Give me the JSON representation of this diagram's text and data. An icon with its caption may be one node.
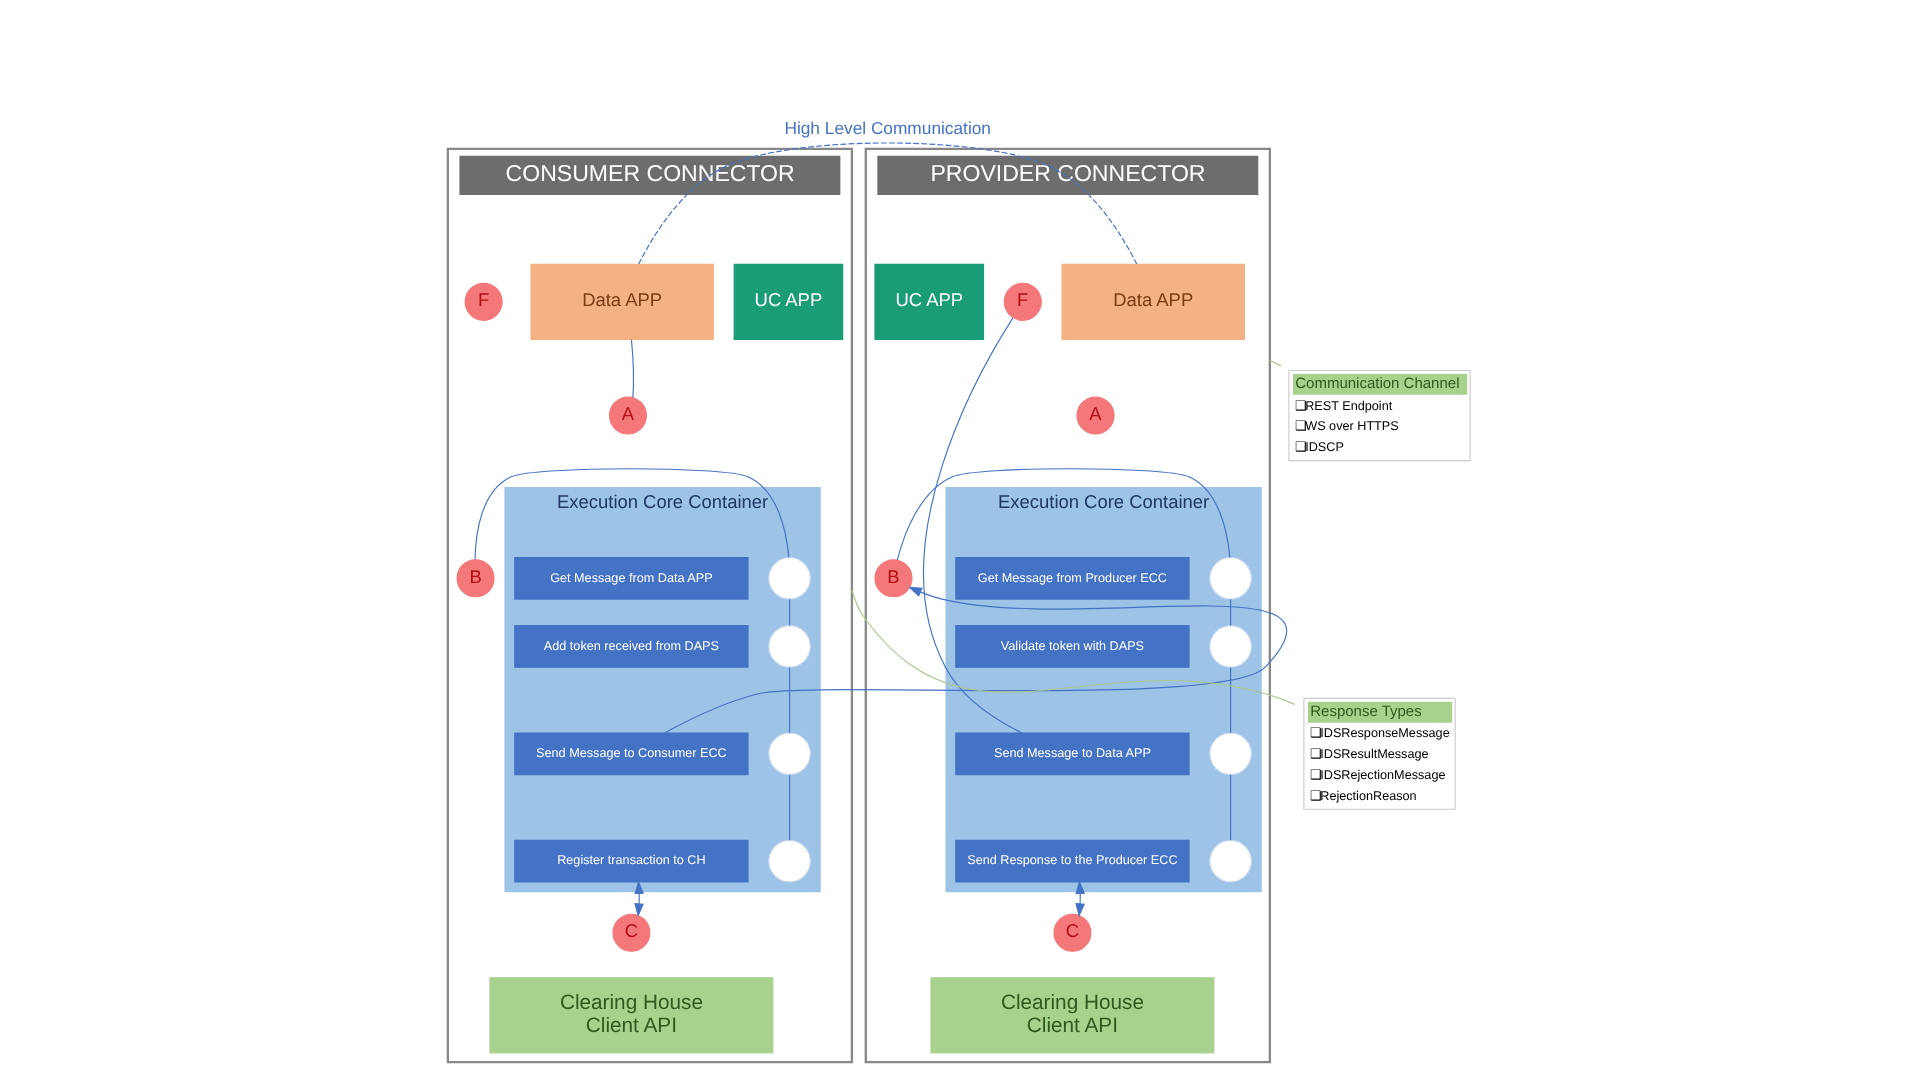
{
  "diagram": {
    "nodes": [
      {
        "text": [
          "CONSUMER CONNECTOR"
        ]
      },
      {
        "text": [
          "UC APP"
        ],
        "in": 0
      },
      {
        "text": [
          "Data APP"
        ],
        "in": 0
      },
      {
        "text": [
          "F"
        ],
        "in": 0
      },
      {
        "text": [
          "A"
        ],
        "in": 0
      },
      {
        "text": [
          "Execution Core Container"
        ],
        "in": 0
      },
      {
        "text": [
          "B"
        ],
        "in": 0
      },
      {
        "text": [],
        "shape": "circle",
        "in": 5
      },
      {
        "text": [
          "Get Message from Data APP"
        ],
        "in": 5
      },
      {
        "text": [],
        "shape": "circle",
        "in": 5
      },
      {
        "text": [
          "Add token received from DAPS"
        ],
        "in": 5
      },
      {
        "text": [],
        "shape": "circle",
        "in": 5
      },
      {
        "text": [
          "Send Message to Consumer ECC"
        ],
        "in": 5
      },
      {
        "text": [],
        "shape": "circle",
        "in": 5
      },
      {
        "text": [
          "Register transaction to CH"
        ],
        "in": 5
      },
      {
        "text": [
          "C"
        ],
        "in": 0
      },
      {
        "text": [
          "Clearing House",
          "Client API"
        ],
        "in": 0
      },
      {
        "text": [
          "PROVIDER CONNECTOR"
        ]
      },
      {
        "text": [
          "Data APP"
        ],
        "in": 17
      },
      {
        "text": [
          "F"
        ],
        "in": 17
      },
      {
        "text": [
          "UC APP"
        ],
        "in": 17
      },
      {
        "text": [
          "A"
        ],
        "in": 17
      },
      {
        "text": [
          "Execution Core Container"
        ],
        "in": 17
      },
      {
        "text": [
          "B"
        ],
        "in": 17
      },
      {
        "text": [],
        "shape": "circle",
        "in": 22
      },
      {
        "text": [
          "Get Message from Producer ECC"
        ],
        "in": 22
      },
      {
        "text": [],
        "shape": "circle",
        "in": 22
      },
      {
        "text": [
          "Validate token with DAPS"
        ],
        "in": 22
      },
      {
        "text": [],
        "shape": "circle",
        "in": 22
      },
      {
        "text": [
          "Send Message to Data APP"
        ],
        "in": 22
      },
      {
        "text": [],
        "shape": "circle",
        "in": 22
      },
      {
        "text": [
          "Send Response to the Producer ECC"
        ],
        "in": 22
      },
      {
        "text": [
          "C"
        ],
        "in": 17
      },
      {
        "text": [
          "Clearing House",
          "Client API"
        ],
        "in": 17
      },
      {
        "text": [
          "Communication Channel",
          "❑REST Endpoint",
          "❑WS over HTTPS",
          "❑IDSCP"
        ]
      },
      {
        "text": [
          "Response Types",
          "❑IDSResponseMessage",
          "❑IDSResultMessage",
          "❑IDSRejectionMessage",
          "❑RejectionReason"
        ]
      }
    ],
    "edges": [
      {
        "from": 2,
        "to": 18,
        "arrow": "none",
        "label": "High Level Communication",
        "style": "dashed"
      },
      {
        "from": 2,
        "to": 4,
        "arrow": "none"
      },
      {
        "from": 6,
        "to": 7,
        "arrow": "none"
      },
      {
        "from": 7,
        "to": 9,
        "arrow": "none"
      },
      {
        "from": 9,
        "to": 11,
        "arrow": "none"
      },
      {
        "from": 11,
        "to": 13,
        "arrow": "none"
      },
      {
        "from": 14,
        "to": 15,
        "arrow": "both"
      },
      {
        "from": 12,
        "to": 23,
        "arrow": "to"
      },
      {
        "from": 34,
        "to": 17,
        "arrow": "none",
        "color": "#a9c98f"
      },
      {
        "from": 35,
        "to": 0,
        "arrow": "none",
        "color": "#a9c98f"
      },
      {
        "from": 23,
        "to": 24,
        "arrow": "none"
      },
      {
        "from": 24,
        "to": 26,
        "arrow": "none"
      },
      {
        "from": 26,
        "to": 28,
        "arrow": "none"
      },
      {
        "from": 28,
        "to": 30,
        "arrow": "none"
      },
      {
        "from": 19,
        "to": 29,
        "arrow": "none"
      },
      {
        "from": 31,
        "to": 32,
        "arrow": "both"
      }
    ]
  }
}
